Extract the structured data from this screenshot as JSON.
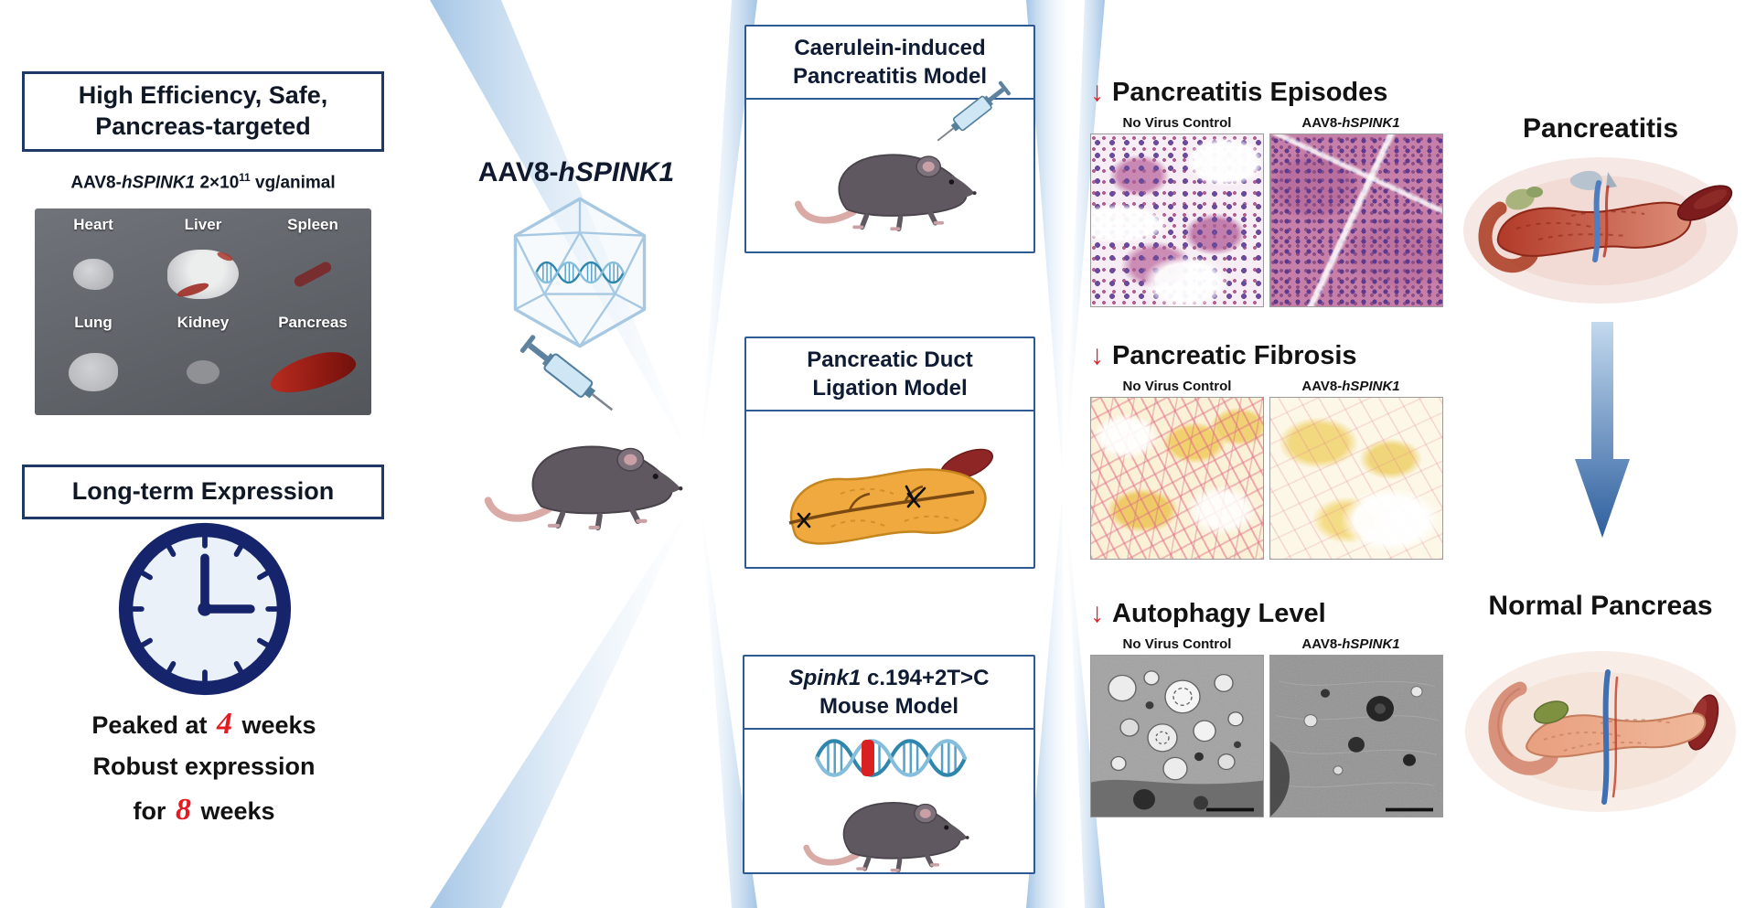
{
  "colors": {
    "red_accent": "#e21c21",
    "navy_border": "#1f3966",
    "model_border": "#2e5a94",
    "funnel_blue": "#9fc2e4",
    "arrow_blue_light": "#c3d9ee",
    "arrow_blue_dark": "#2e5f9e"
  },
  "left": {
    "box1_line1": "High Efficiency, Safe,",
    "box1_line2": "Pancreas-targeted",
    "dose": {
      "p1": "AAV8-",
      "p2": "hSPINK1",
      "p3": " 2×10",
      "sup": "11",
      "p4": " vg/animal"
    },
    "organs": [
      "Heart",
      "Liver",
      "Spleen",
      "Lung",
      "Kidney",
      "Pancreas"
    ],
    "box2_title": "Long-term Expression",
    "peaked": {
      "pre": "Peaked at ",
      "num": "4",
      "post": " weeks"
    },
    "robust": {
      "line1": "Robust expression",
      "pre": "for ",
      "num": "8",
      "post": " weeks"
    }
  },
  "center": {
    "title_p1": "AAV8-",
    "title_p2": "hSPINK1"
  },
  "models": [
    {
      "line1": "Caerulein-induced",
      "line2": "Pancreatitis Model"
    },
    {
      "line1": "Pancreatic Duct",
      "line2": "Ligation Model"
    },
    {
      "line1_italic": "Spink1",
      "line1_rest": " c.194+2T>C",
      "line2": "Mouse Model"
    }
  ],
  "results": {
    "down_arrow": "↓",
    "no_virus_label": "No Virus Control",
    "treated_label": {
      "p1": "AAV8-",
      "p2": "hSPINK1"
    },
    "sections": [
      {
        "title": "Pancreatitis Episodes"
      },
      {
        "title": "Pancreatic Fibrosis"
      },
      {
        "title": "Autophagy Level"
      }
    ]
  },
  "outcome": {
    "disease": "Pancreatitis",
    "healthy": "Normal Pancreas"
  }
}
